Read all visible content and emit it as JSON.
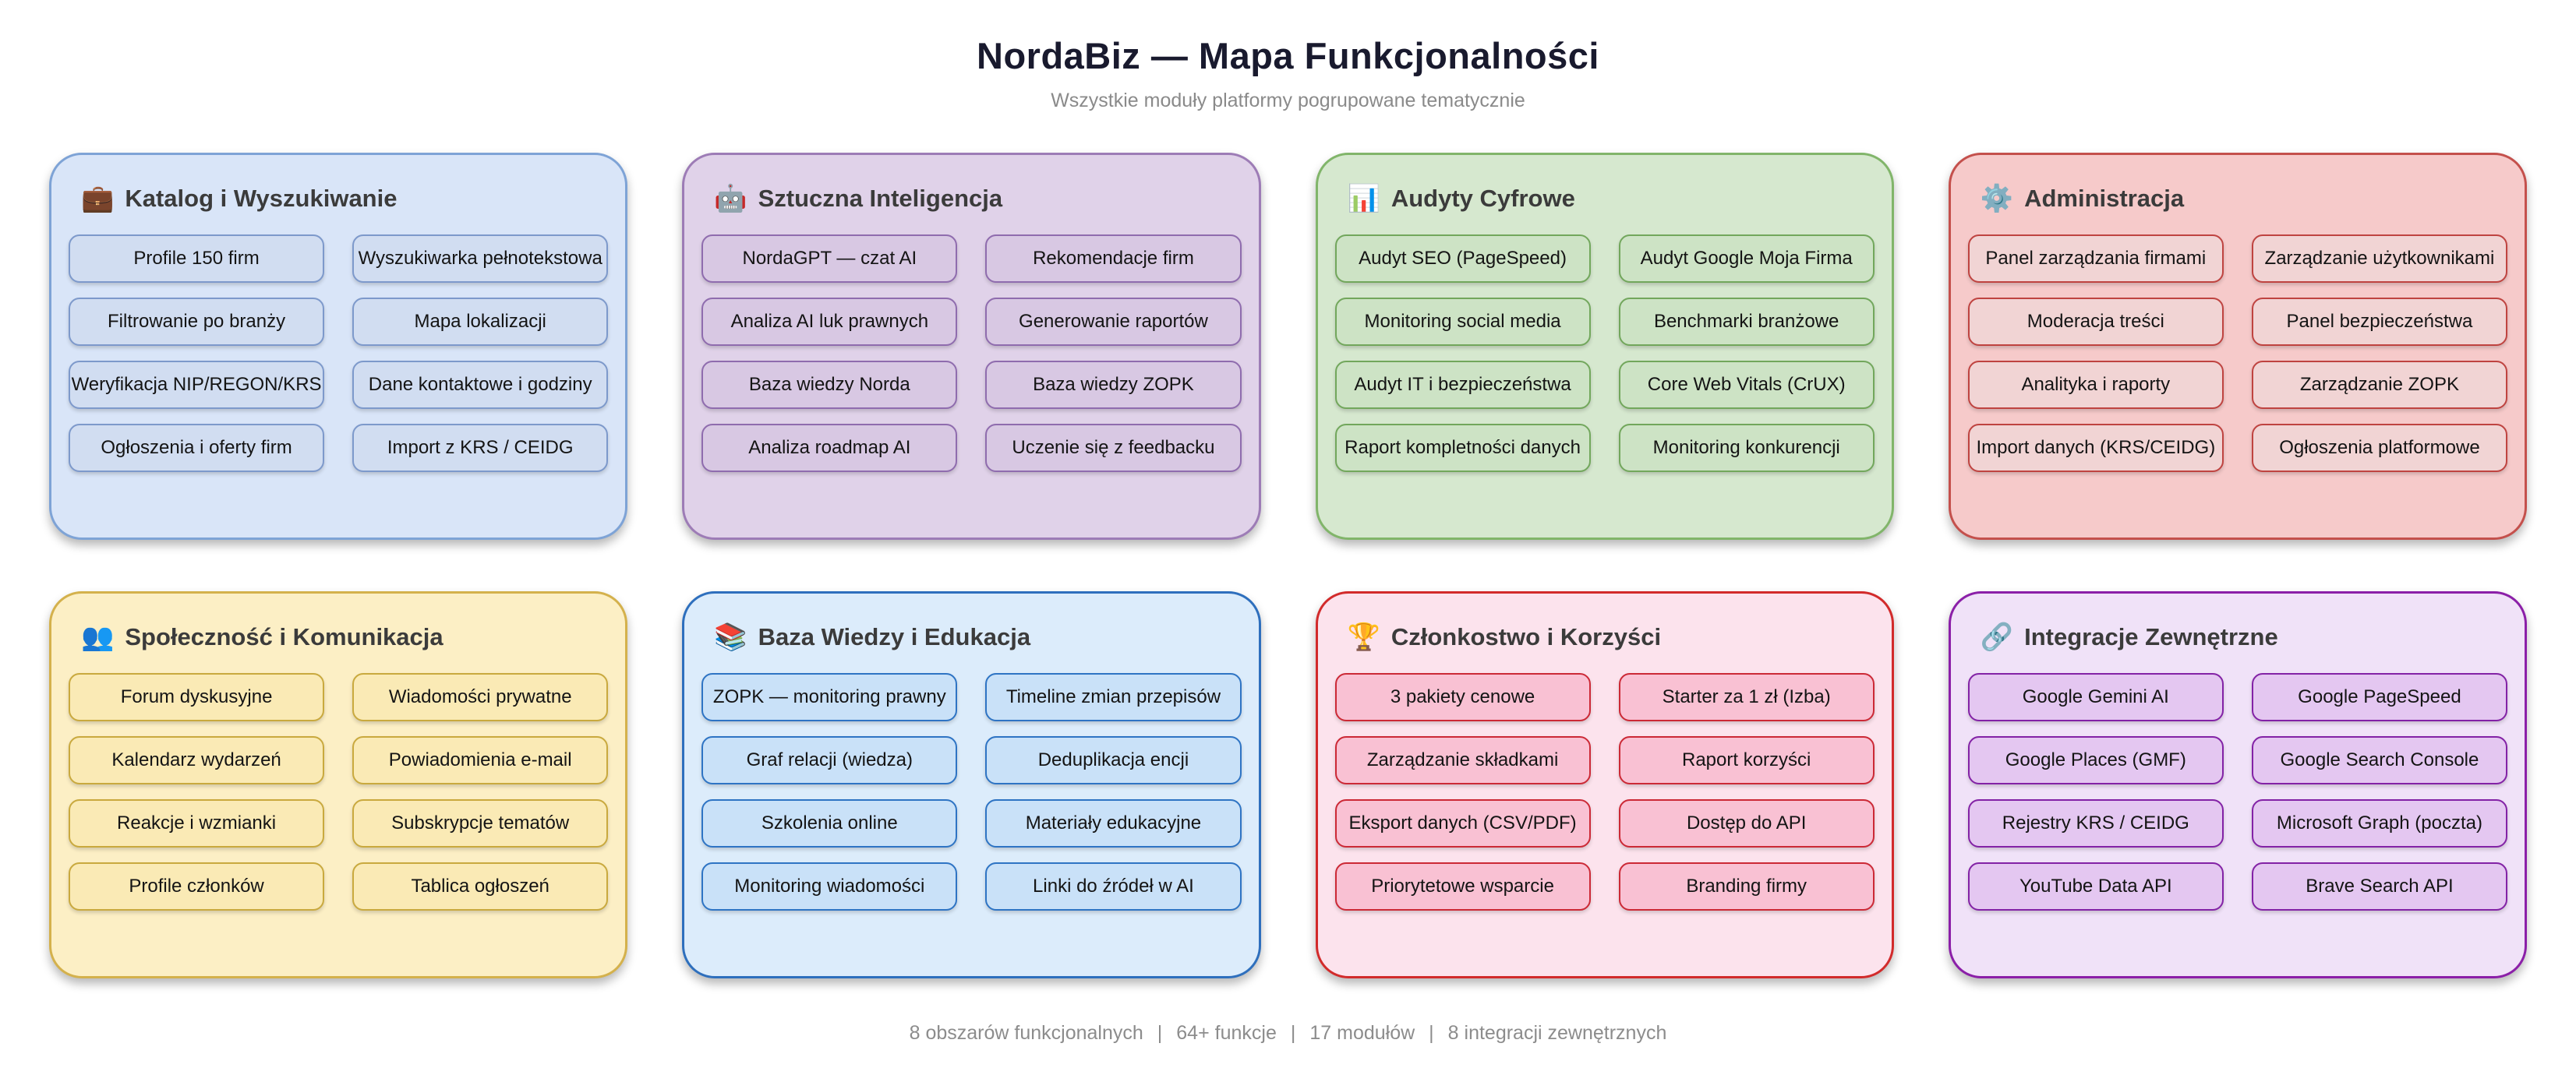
{
  "header": {
    "title": "NordaBiz — Mapa Funkcjonalności",
    "subtitle": "Wszystkie moduły platformy pogrupowane tematycznie"
  },
  "sections": [
    {
      "id": "katalog-i-wyszukiwanie",
      "icon": "💼",
      "icon_name": "briefcase-icon",
      "title": "Katalog i Wyszukiwanie",
      "colors": {
        "card_bg": "#d9e5f8",
        "card_border": "#7ea3d6",
        "chip_bg": "#d1ddf1",
        "chip_border": "#7d99cb"
      },
      "items": [
        "Profile 150 firm",
        "Wyszukiwarka pełnotekstowa",
        "Filtrowanie po branży",
        "Mapa lokalizacji",
        "Weryfikacja NIP/REGON/KRS",
        "Dane kontaktowe i godziny",
        "Ogłoszenia i oferty firm",
        "Import z KRS / CEIDG"
      ]
    },
    {
      "id": "sztuczna-inteligencja",
      "icon": "🤖",
      "icon_name": "robot-icon",
      "title": "Sztuczna Inteligencja",
      "colors": {
        "card_bg": "#e0d2e9",
        "card_border": "#9d7cb6",
        "chip_bg": "#d8c8e3",
        "chip_border": "#8f6cae"
      },
      "items": [
        "NordaGPT — czat AI",
        "Rekomendacje firm",
        "Analiza AI luk prawnych",
        "Generowanie raportów",
        "Baza wiedzy Norda",
        "Baza wiedzy ZOPK",
        "Analiza roadmap AI",
        "Uczenie się z feedbacku"
      ]
    },
    {
      "id": "audyty-cyfrowe",
      "icon": "📊",
      "icon_name": "bar-chart-icon",
      "title": "Audyty Cyfrowe",
      "colors": {
        "card_bg": "#d6e8cf",
        "card_border": "#81b56a",
        "chip_bg": "#cde3c5",
        "chip_border": "#72a75c"
      },
      "items": [
        "Audyt SEO (PageSpeed)",
        "Audyt Google Moja Firma",
        "Monitoring social media",
        "Benchmarki branżowe",
        "Audyt IT i bezpieczeństwa",
        "Core Web Vitals (CrUX)",
        "Raport kompletności danych",
        "Monitoring konkurencji"
      ]
    },
    {
      "id": "administracja",
      "icon": "⚙️",
      "icon_name": "gear-icon",
      "title": "Administracja",
      "colors": {
        "card_bg": "#f6caca",
        "card_border": "#c4504c",
        "chip_bg": "#f1d4d4",
        "chip_border": "#bf4340"
      },
      "items": [
        "Panel zarządzania firmami",
        "Zarządzanie użytkownikami",
        "Moderacja treści",
        "Panel bezpieczeństwa",
        "Analityka i raporty",
        "Zarządzanie ZOPK",
        "Import danych (KRS/CEIDG)",
        "Ogłoszenia platformowe"
      ]
    },
    {
      "id": "spolecznosc-i-komunikacja",
      "icon": "👥",
      "icon_name": "people-icon",
      "title": "Społeczność i Komunikacja",
      "colors": {
        "card_bg": "#fcefc5",
        "card_border": "#d4b14c",
        "chip_bg": "#faeab5",
        "chip_border": "#c9a93e"
      },
      "items": [
        "Forum dyskusyjne",
        "Wiadomości prywatne",
        "Kalendarz wydarzeń",
        "Powiadomienia e-mail",
        "Reakcje i wzmianki",
        "Subskrypcje tematów",
        "Profile członków",
        "Tablica ogłoszeń"
      ]
    },
    {
      "id": "baza-wiedzy-i-edukacja",
      "icon": "📚",
      "icon_name": "books-icon",
      "title": "Baza Wiedzy i Edukacja",
      "colors": {
        "card_bg": "#dcecfb",
        "card_border": "#2e6fbd",
        "chip_bg": "#c9e1f8",
        "chip_border": "#2e74c4"
      },
      "items": [
        "ZOPK — monitoring prawny",
        "Timeline zmian przepisów",
        "Graf relacji (wiedza)",
        "Deduplikacja encji",
        "Szkolenia online",
        "Materiały edukacyjne",
        "Monitoring wiadomości",
        "Linki do źródeł w AI"
      ]
    },
    {
      "id": "czlonkostwo-i-korzysci",
      "icon": "🏆",
      "icon_name": "trophy-icon",
      "title": "Członkostwo i Korzyści",
      "colors": {
        "card_bg": "#fce3ed",
        "card_border": "#d22b2b",
        "chip_bg": "#f9c1d3",
        "chip_border": "#cc2936"
      },
      "items": [
        "3 pakiety cenowe",
        "Starter za 1 zł (Izba)",
        "Zarządzanie składkami",
        "Raport korzyści",
        "Eksport danych (CSV/PDF)",
        "Dostęp do API",
        "Priorytetowe wsparcie",
        "Branding firmy"
      ]
    },
    {
      "id": "integracje-zewnetrzne",
      "icon": "🔗",
      "icon_name": "link-icon",
      "title": "Integracje Zewnętrzne",
      "colors": {
        "card_bg": "#f0e2f8",
        "card_border": "#8b1fa8",
        "chip_bg": "#e4c7f1",
        "chip_border": "#8322a6"
      },
      "items": [
        "Google Gemini AI",
        "Google PageSpeed",
        "Google Places (GMF)",
        "Google Search Console",
        "Rejestry KRS / CEIDG",
        "Microsoft Graph (poczta)",
        "YouTube Data API",
        "Brave Search API"
      ]
    }
  ],
  "footer": {
    "separator": "|",
    "stats": [
      "8 obszarów funkcjonalnych",
      "64+ funkcje",
      "17 modułów",
      "8 integracji zewnętrznych"
    ]
  }
}
